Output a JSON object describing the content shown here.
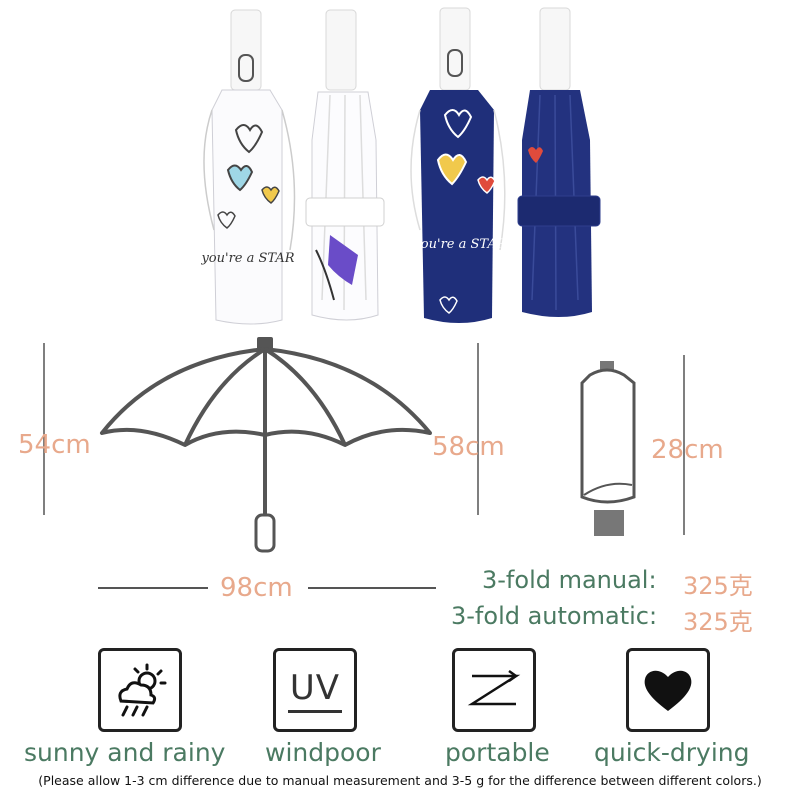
{
  "product_photos": [
    {
      "variant": "white",
      "state": "closed-in-sleeve",
      "print_text": "you're a STAR"
    },
    {
      "variant": "white",
      "state": "folded-strap",
      "print_text": ""
    },
    {
      "variant": "navy",
      "state": "closed-in-sleeve",
      "print_text": "you're a STAR"
    },
    {
      "variant": "navy",
      "state": "folded-strap",
      "print_text": ""
    }
  ],
  "dimensions": {
    "height_open": "54cm",
    "rib_length": "58cm",
    "diameter": "98cm",
    "folded_length": "28cm"
  },
  "specs": [
    {
      "label": "3-fold manual",
      "separator": ":",
      "value": "325克"
    },
    {
      "label": "3-fold automatic",
      "separator": ":",
      "value": "325克"
    }
  ],
  "features": [
    {
      "icon": "sun-cloud-rain-icon",
      "label": "sunny and rainy"
    },
    {
      "icon": "uv-icon",
      "label": "windpoor",
      "icon_text": "UV"
    },
    {
      "icon": "fold-arrow-icon",
      "label": "portable"
    },
    {
      "icon": "heart-icon",
      "label": "quick-drying"
    }
  ],
  "footnote": "(Please allow 1-3 cm difference due to manual measurement and 3-5 g for the difference between different colors.)",
  "colors": {
    "white_canopy": "#f4f4f6",
    "navy_canopy": "#1f2f7a",
    "dimension_text": "#e8a98c",
    "label_green": "#4b7a62",
    "outline": "#555555"
  }
}
